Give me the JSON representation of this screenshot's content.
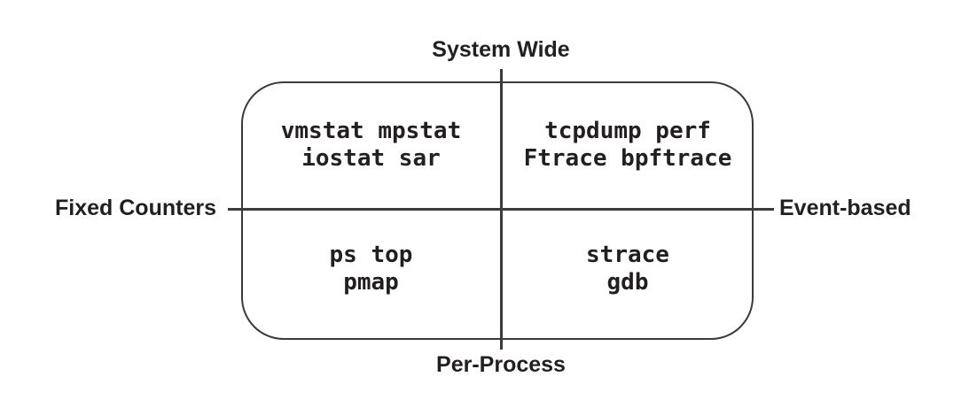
{
  "diagram": {
    "title_semantic": "performance-tools-quadrant-diagram",
    "axes": {
      "top": "System Wide",
      "bottom": "Per-Process",
      "left": "Fixed Counters",
      "right": "Event-based"
    },
    "quadrants": {
      "top_left": {
        "line1": "vmstat mpstat",
        "line2": "iostat sar"
      },
      "top_right": {
        "line1": "tcpdump perf",
        "line2": "Ftrace bpftrace"
      },
      "bottom_left": {
        "line1": "ps top",
        "line2": "pmap"
      },
      "bottom_right": {
        "line1": "strace",
        "line2": "gdb"
      }
    },
    "colors": {
      "text": "#231f20",
      "line": "#3b3b39",
      "background": "#ffffff"
    }
  }
}
